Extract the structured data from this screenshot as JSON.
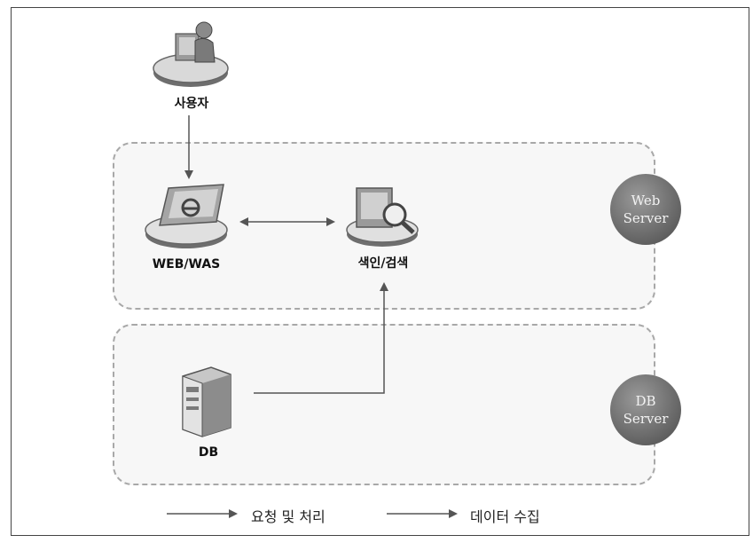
{
  "nodes": {
    "user": {
      "label": "사용자"
    },
    "web_was": {
      "label": "WEB/WAS"
    },
    "index_search": {
      "label": "색인/검색"
    },
    "db": {
      "label": "DB"
    }
  },
  "zones": {
    "web_server": {
      "line1": "Web",
      "line2": "Server"
    },
    "db_server": {
      "line1": "DB",
      "line2": "Server"
    }
  },
  "legend": {
    "request": "요청 및 처리",
    "collect": "데이터 수집"
  }
}
